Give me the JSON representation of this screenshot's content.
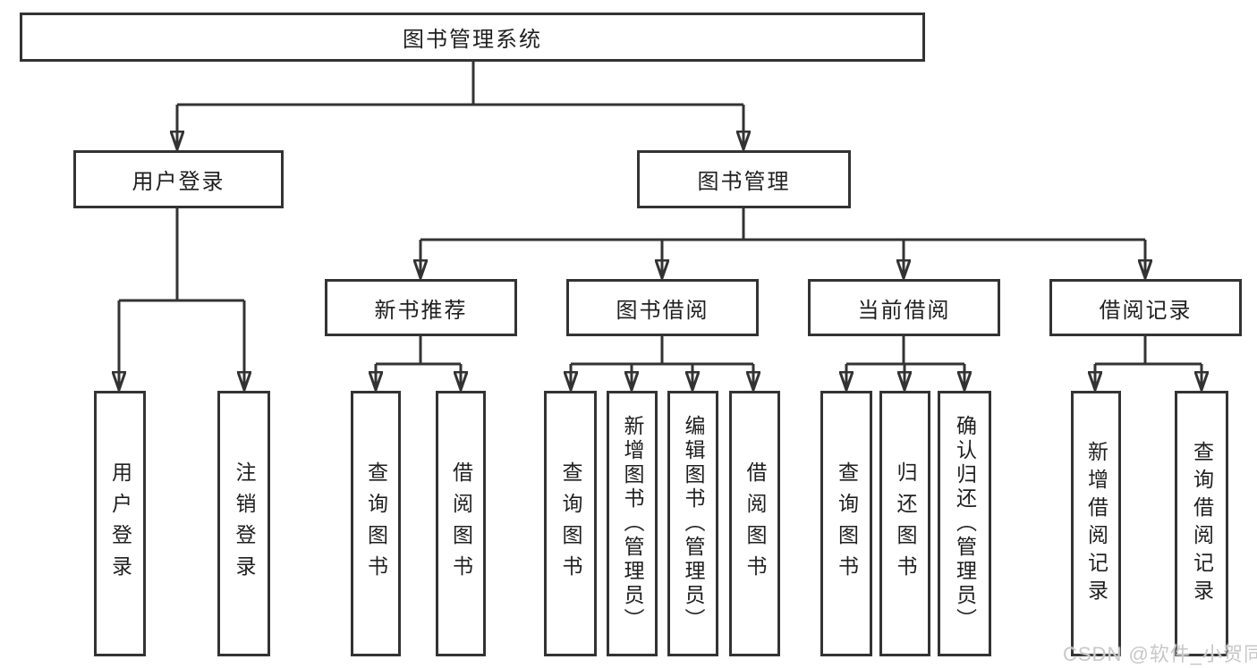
{
  "diagram": {
    "root": {
      "label": "图书管理系统"
    },
    "branches": [
      {
        "label": "用户登录",
        "children": [
          {
            "label": "用户登录"
          },
          {
            "label": "注销登录"
          }
        ]
      },
      {
        "label": "图书管理",
        "children": [
          {
            "label": "新书推荐",
            "children": [
              {
                "label": "查询图书"
              },
              {
                "label": "借阅图书"
              }
            ]
          },
          {
            "label": "图书借阅",
            "children": [
              {
                "label": "查询图书"
              },
              {
                "label": "新增图书（管理员）"
              },
              {
                "label": "编辑图书（管理员）"
              },
              {
                "label": "借阅图书"
              }
            ]
          },
          {
            "label": "当前借阅",
            "children": [
              {
                "label": "查询图书"
              },
              {
                "label": "归还图书"
              },
              {
                "label": "确认归还（管理员）"
              }
            ]
          },
          {
            "label": "借阅记录",
            "children": [
              {
                "label": "新增借阅记录"
              },
              {
                "label": "查询借阅记录"
              }
            ]
          }
        ]
      }
    ]
  },
  "watermark": {
    "text": "CSDN @软件_小贺同学"
  },
  "colors": {
    "line": "#333333",
    "box_border": "#333333",
    "box_fill": "#ffffff",
    "text": "#1f1f1f",
    "watermark_text": "#c8c8c8"
  }
}
